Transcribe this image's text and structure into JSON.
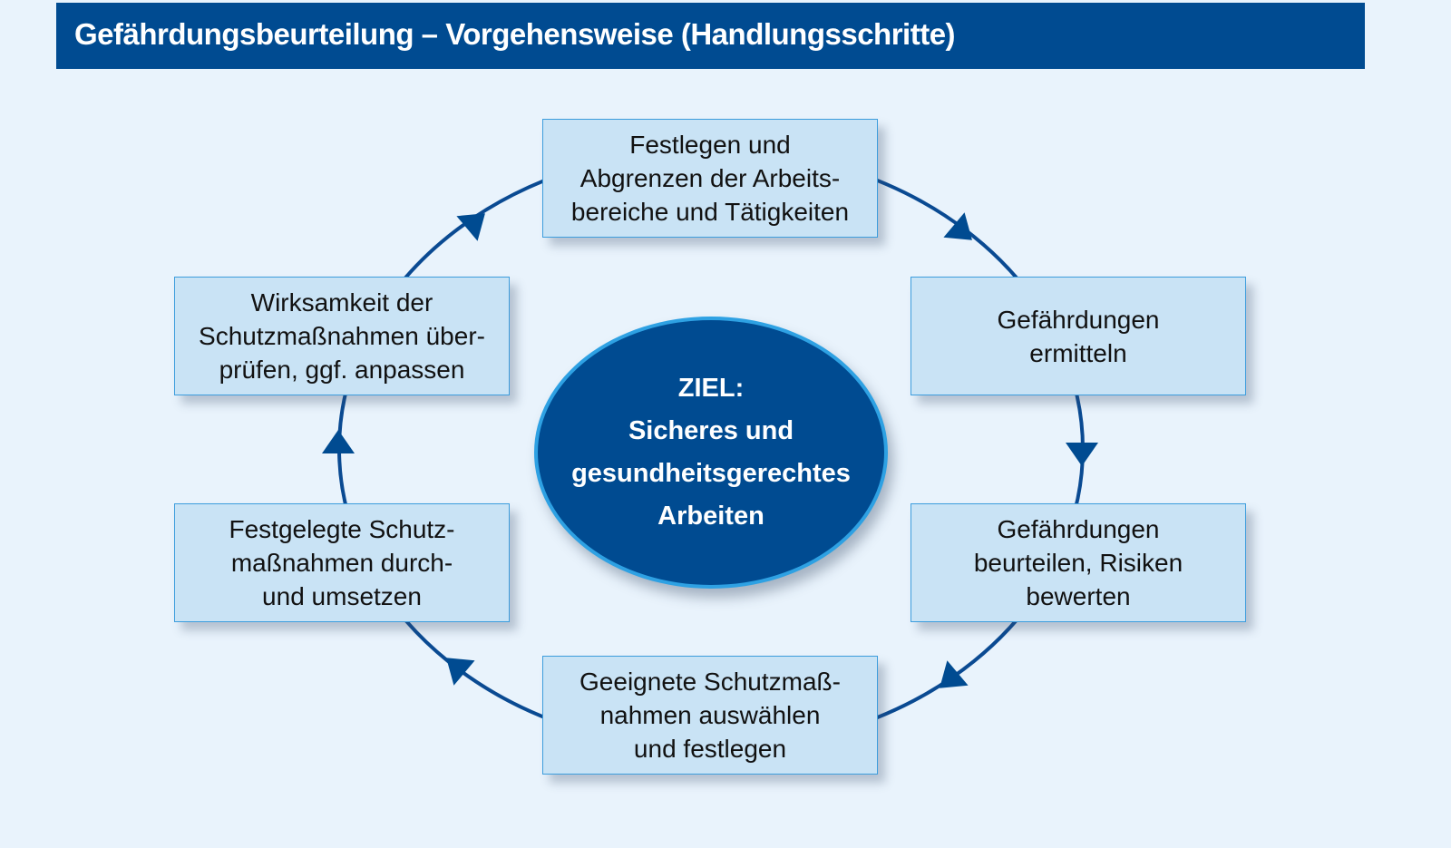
{
  "header": {
    "title": "Gefährdungsbeurteilung  – Vorgehensweise (Handlungsschritte)"
  },
  "steps": [
    {
      "lines": [
        "Festlegen und",
        "Abgrenzen der Arbeits-",
        "bereiche und Tätigkeiten"
      ]
    },
    {
      "lines": [
        "Gefährdungen",
        "ermitteln"
      ]
    },
    {
      "lines": [
        "Gefährdungen",
        "beurteilen, Risiken",
        "bewerten"
      ]
    },
    {
      "lines": [
        "Geeignete Schutzmaß-",
        "nahmen auswählen",
        "und festlegen"
      ]
    },
    {
      "lines": [
        "Festgelegte Schutz-",
        "maßnahmen durch-",
        "und umsetzen"
      ]
    },
    {
      "lines": [
        "Wirksamkeit der",
        "Schutzmaßnahmen über-",
        "prüfen, ggf. anpassen"
      ]
    }
  ],
  "goal": {
    "label": "ZIEL:",
    "lines": [
      "Sicheres und",
      "gesundheitsgerechtes",
      "Arbeiten"
    ]
  },
  "colors": {
    "header": "#004b91",
    "box": "#c9e3f5",
    "arrow": "#0a4a92",
    "goal": "#004b91"
  }
}
